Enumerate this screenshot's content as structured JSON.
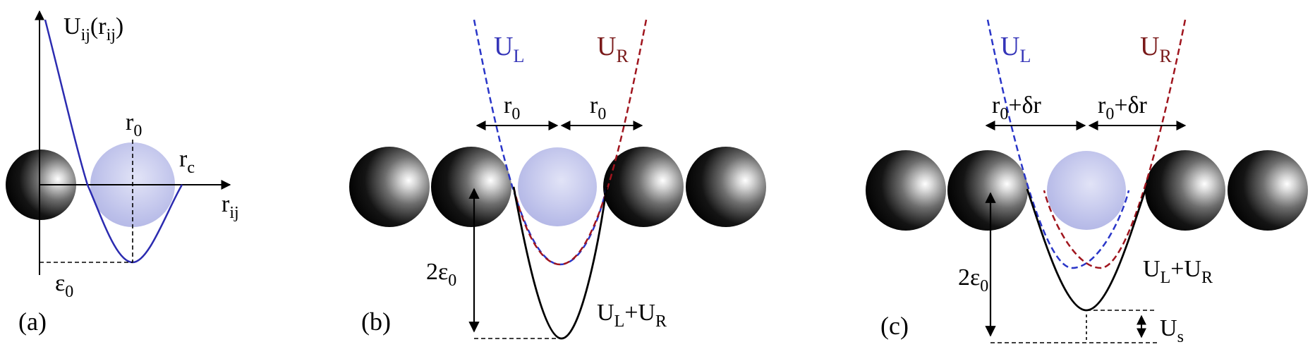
{
  "colors": {
    "potential_curve": "#2b2bb0",
    "left_potential": "#2a36c8",
    "right_potential": "#a0151e",
    "sum_curve": "#000000",
    "left_label": "#3535b8",
    "right_label": "#7a1a1a",
    "atom_dark": "#050505",
    "atom_highlight": "#ffffff",
    "interstitial": "#b2b6e6"
  },
  "panel_a": {
    "label": "(a)",
    "y_axis": {
      "base": "U",
      "sub": "ij",
      "rest": "(r",
      "sub2": "ij",
      "close": ")"
    },
    "x_axis": {
      "base": "r",
      "sub": "ij"
    },
    "r0": {
      "base": "r",
      "sub": "0"
    },
    "rc": {
      "base": "r",
      "sub": "c"
    },
    "eps0": {
      "base": "ε",
      "sub": "0"
    }
  },
  "panel_b": {
    "label": "(b)",
    "UL": {
      "base": "U",
      "sub": "L"
    },
    "UR": {
      "base": "U",
      "sub": "R"
    },
    "left_span": {
      "base": "r",
      "sub": "0",
      "rest": ""
    },
    "right_span": {
      "base": "r",
      "sub": "0",
      "rest": ""
    },
    "depth": {
      "pre": "2ε",
      "sub": "0"
    },
    "sum": {
      "b1": "U",
      "s1": "L",
      "mid": "+U",
      "s2": "R"
    }
  },
  "panel_c": {
    "label": "(c)",
    "UL": {
      "base": "U",
      "sub": "L"
    },
    "UR": {
      "base": "U",
      "sub": "R"
    },
    "left_span": {
      "base": "r",
      "sub": "0",
      "rest": "+δr"
    },
    "right_span": {
      "base": "r",
      "sub": "0",
      "rest": "+δr"
    },
    "depth": {
      "pre": "2ε",
      "sub": "0"
    },
    "sum": {
      "b1": "U",
      "s1": "L",
      "mid": "+U",
      "s2": "R"
    },
    "saddle": {
      "base": "U",
      "sub": "s"
    }
  }
}
